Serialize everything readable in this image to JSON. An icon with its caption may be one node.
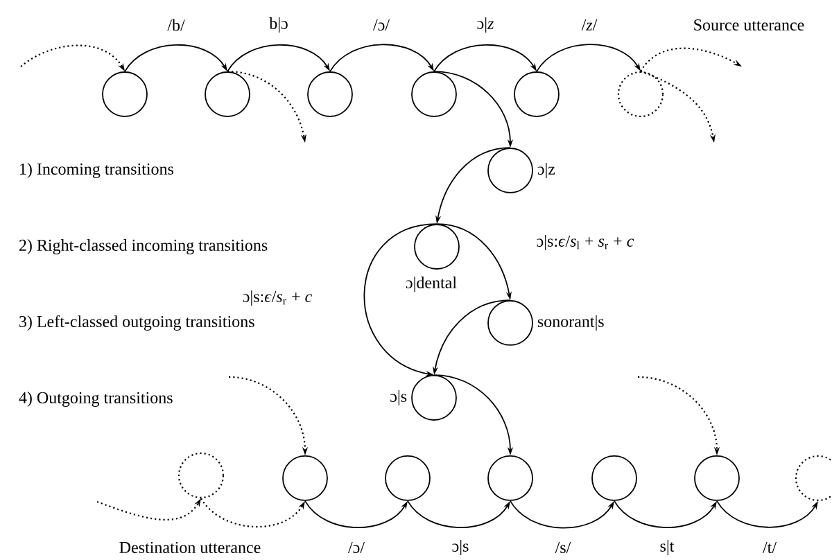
{
  "diagram": {
    "nodes": [
      {
        "text": [],
        "shape": "circle"
      },
      {
        "text": [],
        "shape": "circle"
      },
      {
        "text": [],
        "shape": "circle"
      },
      {
        "text": [],
        "shape": "circle"
      },
      {
        "text": [],
        "shape": "circle"
      },
      {
        "text": [],
        "shape": "circle"
      },
      {
        "text": [],
        "shape": "circle",
        "beside": [
          "ɔ|z"
        ]
      },
      {
        "text": [],
        "shape": "circle",
        "beside": [
          "ɔ|dental"
        ]
      },
      {
        "text": [],
        "shape": "circle",
        "beside": [
          "sonorant|s"
        ]
      },
      {
        "text": [],
        "shape": "circle",
        "beside": [
          "ɔ|s"
        ]
      },
      {
        "text": [],
        "shape": "circle"
      },
      {
        "text": [],
        "shape": "circle"
      },
      {
        "text": [],
        "shape": "circle"
      },
      {
        "text": [],
        "shape": "circle"
      },
      {
        "text": [],
        "shape": "circle"
      },
      {
        "text": [],
        "shape": "circle"
      },
      {
        "text": [],
        "shape": "circle"
      }
    ],
    "edges": [
      {
        "from": null,
        "to": 0,
        "arrow": "to",
        "style": "dashed"
      },
      {
        "from": 0,
        "to": 1,
        "arrow": "to",
        "label": "/b/"
      },
      {
        "from": 1,
        "to": 2,
        "arrow": "to",
        "label": "b|ɔ"
      },
      {
        "from": 2,
        "to": 3,
        "arrow": "to",
        "label": "/ɔ/"
      },
      {
        "from": 3,
        "to": 4,
        "arrow": "to",
        "label": "ɔ|*z*"
      },
      {
        "from": 4,
        "to": 5,
        "arrow": "to",
        "label": "/*z*/"
      },
      {
        "from": 1,
        "to": null,
        "arrow": "to",
        "style": "dashed"
      },
      {
        "from": 5,
        "to": null,
        "arrow": "to",
        "style": "dashed"
      },
      {
        "from": 5,
        "to": null,
        "arrow": "to",
        "style": "dashed"
      },
      {
        "from": 3,
        "to": 6,
        "arrow": "to"
      },
      {
        "from": 6,
        "to": 7,
        "arrow": "to"
      },
      {
        "from": 7,
        "to": 8,
        "arrow": "to",
        "label": "ɔ|s:*ϵ*/*s*$_{l}$ + *s*$_{r}$ + *c*"
      },
      {
        "from": 7,
        "to": 9,
        "arrow": "to",
        "label": "ɔ|s:*ϵ*/*s*$_{r}$ + *c*"
      },
      {
        "from": 8,
        "to": 9,
        "arrow": "to"
      },
      {
        "from": 9,
        "to": 13,
        "arrow": "to"
      },
      {
        "from": null,
        "to": 10,
        "arrow": "to",
        "style": "dashed"
      },
      {
        "from": 10,
        "to": 11,
        "arrow": "to",
        "style": "dashed"
      },
      {
        "from": null,
        "to": 11,
        "arrow": "to",
        "style": "dashed"
      },
      {
        "from": 11,
        "to": 12,
        "arrow": "to",
        "label": "/ɔ/"
      },
      {
        "from": 12,
        "to": 13,
        "arrow": "to",
        "label": "ɔ|s"
      },
      {
        "from": 13,
        "to": 14,
        "arrow": "to",
        "label": "/s/"
      },
      {
        "from": 14,
        "to": 15,
        "arrow": "to",
        "label": "s|t"
      },
      {
        "from": null,
        "to": 15,
        "arrow": "to",
        "style": "dashed"
      },
      {
        "from": 15,
        "to": 16,
        "arrow": "to",
        "label": "/t/"
      }
    ],
    "labels": [
      "Source utterance",
      "1) Incoming transitions",
      "2) Right-classed incoming transitions",
      "3) Left-classed outgoing transitions",
      "4) Outgoing transitions",
      "Destination utterance"
    ]
  }
}
